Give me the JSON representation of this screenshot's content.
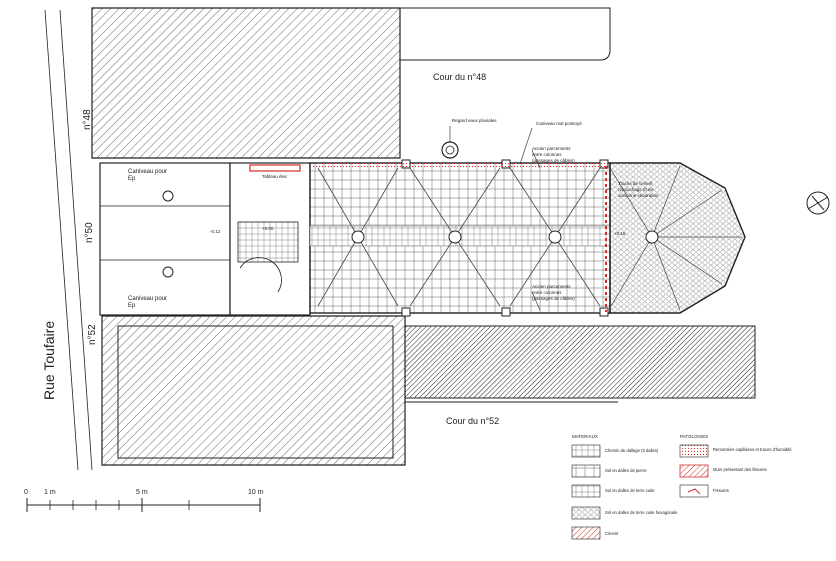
{
  "street": {
    "name": "Rue Toufaire",
    "numbers": [
      "n°48",
      "n°50",
      "n°52"
    ]
  },
  "courtyards": {
    "north": "Cour du n°48",
    "south": "Cour du n°52"
  },
  "annotations": {
    "regard": "Regard eaux pluviales",
    "caniveau_mal": "Caniveau mal pointoyé",
    "ancien_pan_top": [
      "Ancien parcements",
      "entre colonnes",
      "(passages de câbles)"
    ],
    "traces_ciment": [
      "Traces de ciment",
      "rebouchage d'une",
      "ancienne séparation"
    ],
    "ancien_pan_bottom": [
      "Ancien parcements",
      "entre colonnes",
      "(passages de câbles)"
    ],
    "caniveau_top": [
      "Caniveau pour",
      "Ep"
    ],
    "caniveau_bottom": [
      "Caniveau pour",
      "Ep"
    ],
    "tableau": "Tableau élec",
    "levels": [
      "-0.12",
      "+0.00",
      "+0.16"
    ]
  },
  "scale_bar": {
    "labels": [
      "0",
      "1 m",
      "5 m",
      "10 m"
    ]
  },
  "legend": {
    "materiaux_title": "MATERIAUX",
    "materiaux": [
      "Chemin de dallage (3 dalles)",
      "Sol en dalles de pierre",
      "Sol en dalles de terre cuite",
      "Sol en dalles de terre cuite hexagonale",
      "Ciment"
    ],
    "pathologies_title": "PATOLOGIES",
    "pathologies": [
      "Remontées capillaires et traces d'humidité",
      "Murs présentant des fissures",
      "Fissures"
    ]
  },
  "colors": {
    "line": "#222222",
    "red": "#d42a2a",
    "hatch": "#444444"
  }
}
